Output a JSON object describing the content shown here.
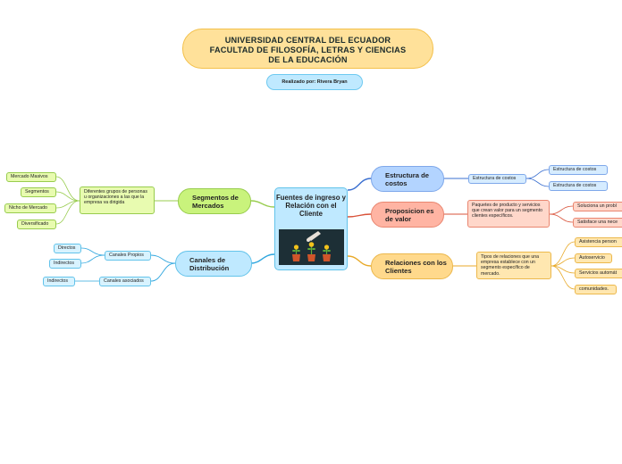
{
  "title": {
    "line1": "UNIVERSIDAD CENTRAL DEL ECUADOR",
    "line2": "FACULTAD DE FILOSOFÍA, LETRAS Y CIENCIAS",
    "line3": "DE LA EDUCACIÓN"
  },
  "author": "Realizado por: Rivera Bryan",
  "center": {
    "label": "Fuentes de ingreso y Relación con el Cliente",
    "image": "plants-growing-icon"
  },
  "segmentos": {
    "label": "Segmentos de Mercados",
    "desc": "Diferentes grupos de personas u organizaciones a las que la empresa va dirigida",
    "items": [
      "Mercado Masivos",
      "Segmentos",
      "Nicho de Mercado",
      "Diversificado"
    ]
  },
  "canales": {
    "label": "Canales de Distribución",
    "propios": {
      "label": "Canales Propios",
      "items": [
        "Directos",
        "Indirectos"
      ]
    },
    "asociados": {
      "label": "Canales asociados",
      "items": [
        "Indirectos"
      ]
    }
  },
  "costos": {
    "label": "Estructura de costos",
    "sub": "Estructura de costos",
    "items": [
      "Estructura de costos",
      "Estructura de costos"
    ]
  },
  "valor": {
    "label": "Proposicion es de valor",
    "desc": "Paquetes de producto y servicios que crean valor para un segmento clientes específicos.",
    "items": [
      "Soluciona un probl",
      "Satisface una nece"
    ]
  },
  "relaciones": {
    "label": "Relaciones con los Clientes",
    "desc": "Tipos de relaciones que una empresa establece con un segmento específico de mercado.",
    "items": [
      "Asistencia person",
      "Autoservicio",
      "Servicios automát",
      "comunidades."
    ]
  },
  "colors": {
    "green": "#98cc4e",
    "blue": "#3a6fd0",
    "cyan": "#2fa6de",
    "red": "#d9533a",
    "yellow": "#e8a928"
  }
}
